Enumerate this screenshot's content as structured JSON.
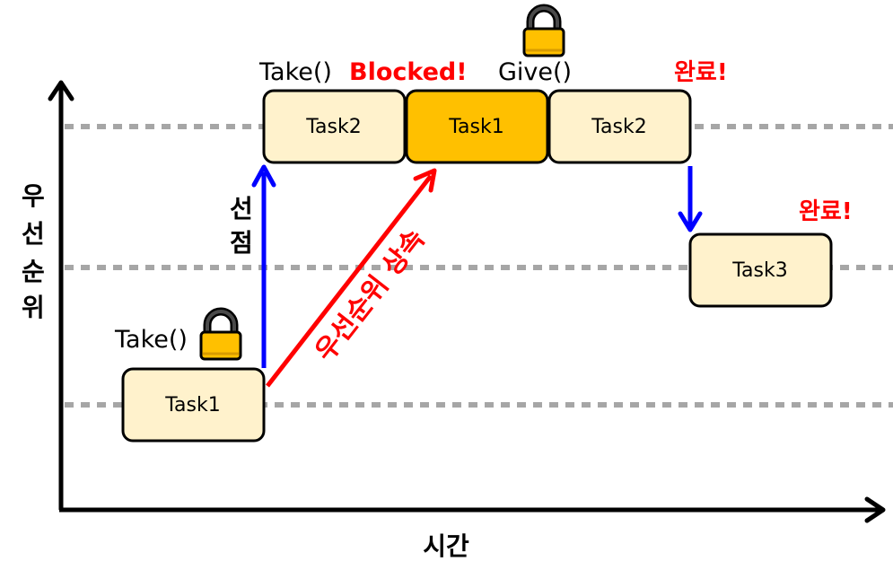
{
  "axes": {
    "y_label_chars": [
      "우",
      "선",
      "순",
      "위"
    ],
    "x_label": "시간"
  },
  "tasks": {
    "task1_low": "Task1",
    "task2_first": "Task2",
    "task1_high": "Task1",
    "task2_second": "Task2",
    "task3": "Task3"
  },
  "labels": {
    "take_low": "Take()",
    "take_high": "Take()",
    "blocked": "Blocked!",
    "give": "Give()",
    "done_task2": "완료!",
    "done_task3": "완료!",
    "preempt_chars": [
      "선",
      "점"
    ],
    "priority_inheritance": "우선순위 상속"
  },
  "colors": {
    "task_fill": "#fff2cc",
    "task_highlight_fill": "#ffc000",
    "preempt_arrow": "#0000ff",
    "inherit_arrow": "#ff0000",
    "grid_dash": "#a6a6a6",
    "lock_body": "#ffc000"
  },
  "icons": [
    "lock-icon",
    "lock-icon"
  ]
}
